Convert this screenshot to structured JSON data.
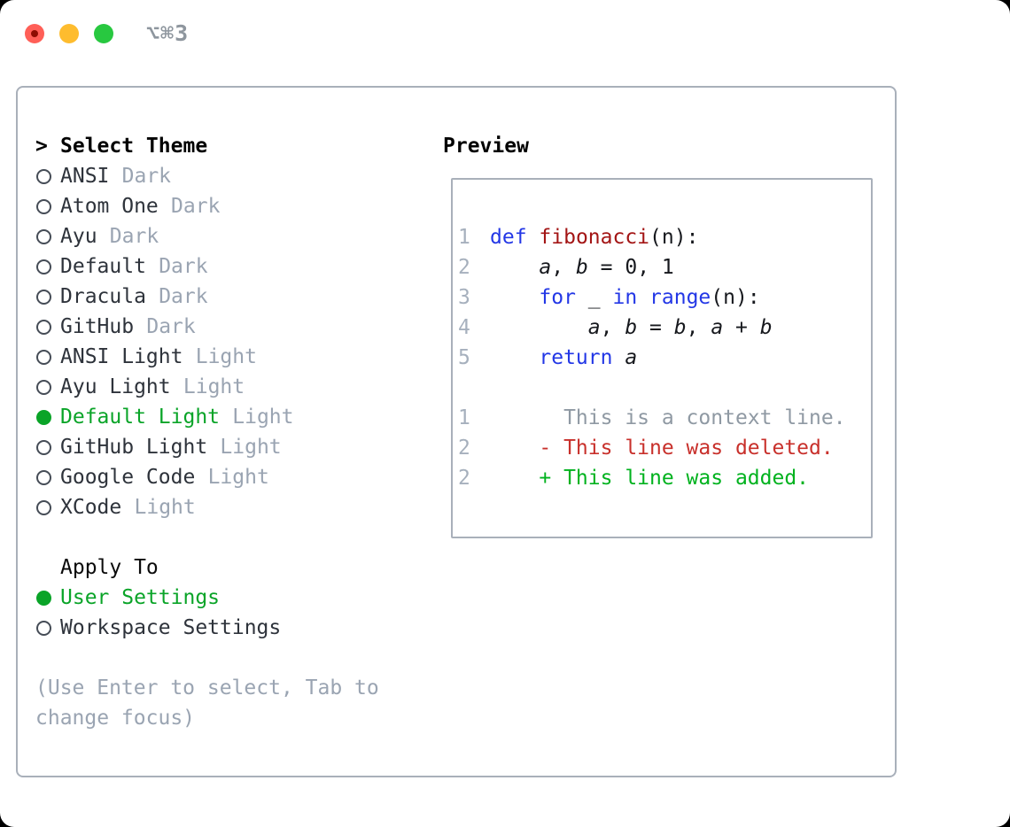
{
  "window": {
    "title": "⌥⌘3"
  },
  "traffic_lights": [
    {
      "name": "close"
    },
    {
      "name": "minimize"
    },
    {
      "name": "zoom"
    }
  ],
  "colors": {
    "traffic_red": "#ff5f57",
    "traffic_red_dot": "#8d0d02",
    "traffic_yellow": "#febc2e",
    "traffic_green": "#28c840",
    "title_gray": "#8e969e",
    "frame_gray": "#a9b0ba",
    "ink": "#2e333b",
    "ink_code": "#16181d",
    "muted_gray": "#9aa4b2",
    "radio_ring": "#454c56",
    "selected_green": "#0aa428",
    "keyword_blue": "#2337e6",
    "function_red": "#a31515",
    "line_number_gray": "#a6b0bd",
    "context_gray": "#8f99a3",
    "deleted_red": "#c8302b",
    "added_green": "#00b21e"
  },
  "theme_picker": {
    "prompt": ">",
    "heading": "Select Theme",
    "items": [
      {
        "name": "ANSI",
        "variant": "Dark",
        "selected": false
      },
      {
        "name": "Atom One",
        "variant": "Dark",
        "selected": false
      },
      {
        "name": "Ayu",
        "variant": "Dark",
        "selected": false
      },
      {
        "name": "Default",
        "variant": "Dark",
        "selected": false
      },
      {
        "name": "Dracula",
        "variant": "Dark",
        "selected": false
      },
      {
        "name": "GitHub",
        "variant": "Dark",
        "selected": false
      },
      {
        "name": "ANSI Light",
        "variant": "Light",
        "selected": false
      },
      {
        "name": "Ayu Light",
        "variant": "Light",
        "selected": false
      },
      {
        "name": "Default Light",
        "variant": "Light",
        "selected": true
      },
      {
        "name": "GitHub Light",
        "variant": "Light",
        "selected": false
      },
      {
        "name": "Google Code",
        "variant": "Light",
        "selected": false
      },
      {
        "name": "XCode",
        "variant": "Light",
        "selected": false
      }
    ]
  },
  "apply_to": {
    "heading": "Apply To",
    "options": [
      {
        "label": "User Settings",
        "selected": true
      },
      {
        "label": "Workspace Settings",
        "selected": false
      }
    ]
  },
  "hint": {
    "lines": [
      "(Use Enter to select, Tab to",
      "change focus)"
    ]
  },
  "preview": {
    "heading": "Preview",
    "code_lines": [
      {
        "num": "1",
        "tokens": [
          [
            "kw",
            "def"
          ],
          [
            "pl",
            " "
          ],
          [
            "fn",
            "fibonacci"
          ],
          [
            "pl",
            "(n):"
          ]
        ]
      },
      {
        "num": "2",
        "tokens": [
          [
            "pl",
            "    "
          ],
          [
            "v",
            "a"
          ],
          [
            "pl",
            ", "
          ],
          [
            "v",
            "b"
          ],
          [
            "pl",
            " = 0, 1"
          ]
        ]
      },
      {
        "num": "3",
        "tokens": [
          [
            "pl",
            "    "
          ],
          [
            "kw",
            "for"
          ],
          [
            "pl",
            " _ "
          ],
          [
            "kw",
            "in"
          ],
          [
            "pl",
            " "
          ],
          [
            "kw",
            "range"
          ],
          [
            "pl",
            "(n):"
          ]
        ]
      },
      {
        "num": "4",
        "tokens": [
          [
            "pl",
            "        "
          ],
          [
            "v",
            "a"
          ],
          [
            "pl",
            ", "
          ],
          [
            "v",
            "b"
          ],
          [
            "pl",
            " = "
          ],
          [
            "v",
            "b"
          ],
          [
            "pl",
            ", "
          ],
          [
            "v",
            "a"
          ],
          [
            "pl",
            " + "
          ],
          [
            "v",
            "b"
          ]
        ]
      },
      {
        "num": "5",
        "tokens": [
          [
            "pl",
            "    "
          ],
          [
            "kw",
            "return"
          ],
          [
            "pl",
            " "
          ],
          [
            "v",
            "a"
          ]
        ]
      }
    ],
    "diff_lines": [
      {
        "num": "1",
        "type": "context",
        "text": "      This is a context line."
      },
      {
        "num": "2",
        "type": "deleted",
        "text": "    - This line was deleted."
      },
      {
        "num": "2",
        "type": "added",
        "text": "    + This line was added."
      }
    ]
  }
}
